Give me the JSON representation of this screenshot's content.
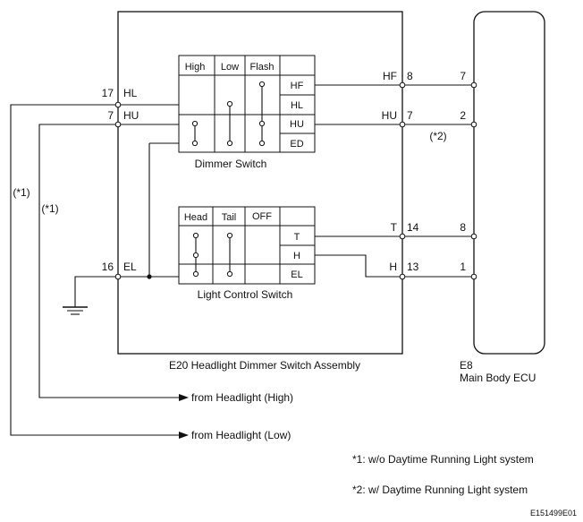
{
  "assembly": {
    "name": "E20 Headlight Dimmer Switch Assembly"
  },
  "dimmer": {
    "caption": "Dimmer Switch",
    "headers": [
      "High",
      "Low",
      "Flash"
    ],
    "rows": [
      "HF",
      "HL",
      "HU",
      "ED"
    ]
  },
  "light_control": {
    "caption": "Light Control Switch",
    "headers": [
      "Head",
      "Tail",
      "OFF"
    ],
    "rows": [
      "T",
      "H",
      "EL"
    ]
  },
  "left_pins": [
    {
      "num": "17",
      "name": "HL"
    },
    {
      "num": "7",
      "name": "HU"
    },
    {
      "num": "16",
      "name": "EL"
    }
  ],
  "right_pins": [
    {
      "name": "HF",
      "num": "8"
    },
    {
      "name": "HU",
      "num": "7"
    },
    {
      "name": "T",
      "num": "14"
    },
    {
      "name": "H",
      "num": "13"
    }
  ],
  "ecu": {
    "code": "E8",
    "name": "Main Body ECU",
    "pins": [
      "7",
      "2",
      "8",
      "1"
    ]
  },
  "notes": {
    "mark1": "(*1)",
    "mark2": "(*2)",
    "from_high": "from Headlight (High)",
    "from_low": "from Headlight (Low)",
    "footnote1": "*1: w/o Daytime Running Light system",
    "footnote2": "*2: w/ Daytime Running Light system"
  },
  "figure_id": "E151499E01"
}
